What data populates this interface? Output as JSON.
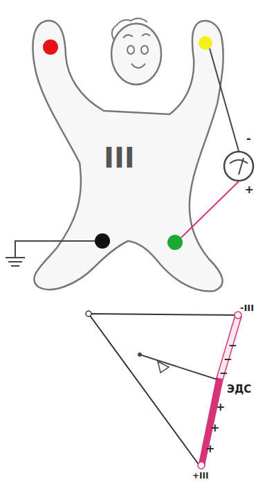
{
  "diagram": {
    "labels": [
      "III",
      "-",
      "+",
      "-III",
      "−",
      "−",
      "−",
      "ЭДС",
      "+",
      "+",
      "+",
      "+III"
    ]
  }
}
